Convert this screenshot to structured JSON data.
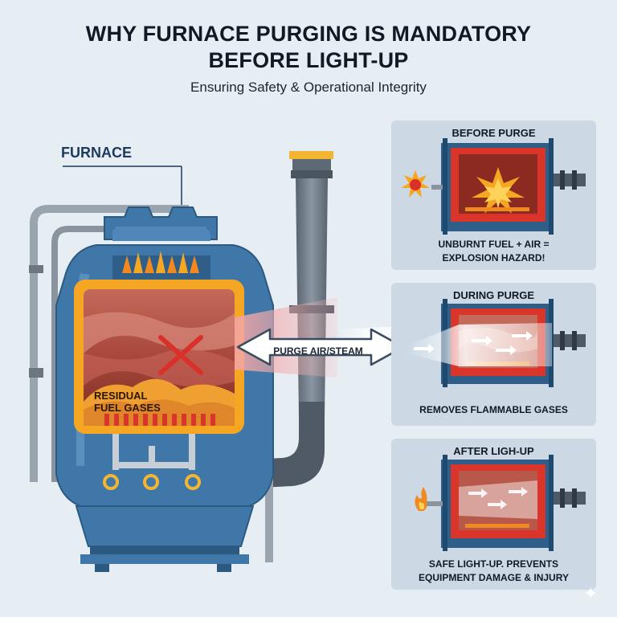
{
  "title": {
    "line1": "WHY FURNACE PURGING IS MANDATORY",
    "line2": "BEFORE LIGHT-UP"
  },
  "subtitle": "Ensuring Safety & Operational Integrity",
  "furnace": {
    "label": "FURNACE",
    "residual_label_line1": "RESIDUAL",
    "residual_label_line2": "FUEL GASES",
    "purge_arrow_label": "PURGE AIR/STEAM"
  },
  "panels": [
    {
      "title": "BEFORE PURGE",
      "caption_line1": "UNBURNT FUEL + AIR =",
      "caption_line2": "EXPLOSION HAZARD!"
    },
    {
      "title": "DURING PURGE",
      "caption_line1": "REMOVES FLAMMABLE GASES",
      "caption_line2": ""
    },
    {
      "title": "AFTER LIGH-UP",
      "caption_line1": "SAFE LIGHT-UP. PREVENTS",
      "caption_line2": "EQUIPMENT DAMAGE & INJURY"
    }
  ],
  "colors": {
    "background": "#e6edf3",
    "furnace_blue": "#3f78a8",
    "chamber_orange": "#f5a623",
    "flame_red": "#e0442a",
    "hazard_red": "#d9302a",
    "panel_bg": "#ccd9e5"
  }
}
